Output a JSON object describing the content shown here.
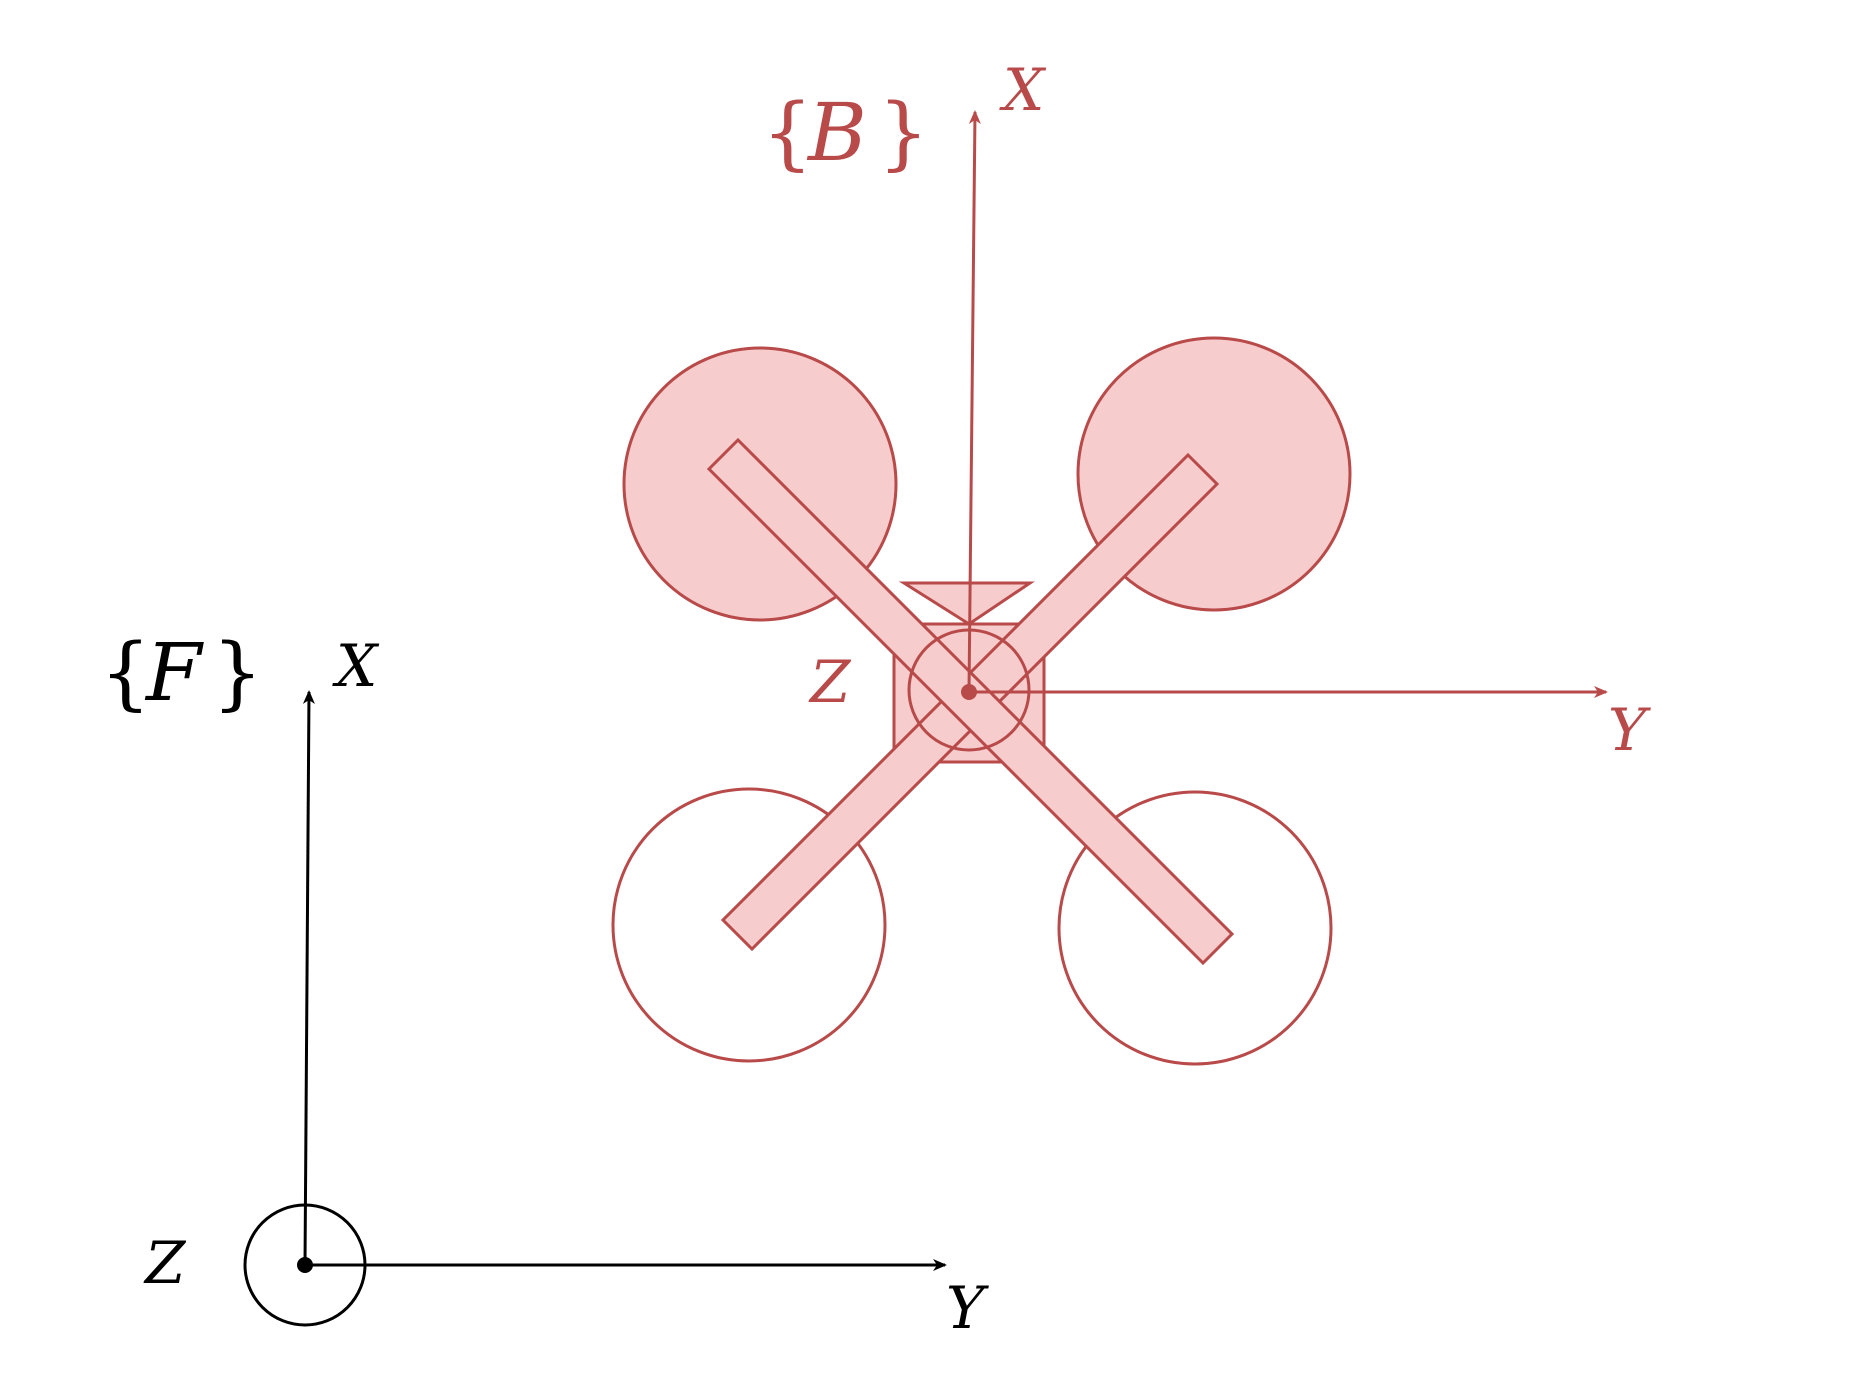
{
  "colors": {
    "body_frame": "#b94a4a",
    "body_fill": "#f7cccc",
    "fixed_frame": "#000000",
    "background": "#ffffff"
  },
  "body_frame": {
    "name_open": "{",
    "name": "B",
    "name_close": "}",
    "x_label": "X",
    "y_label": "Y",
    "z_label": "Z"
  },
  "fixed_frame": {
    "name_open": "{",
    "name": "F",
    "name_close": "}",
    "x_label": "X",
    "y_label": "Y",
    "z_label": "Z"
  },
  "rotors": {
    "front_left": "filled",
    "front_right": "filled",
    "rear_left": "outline",
    "rear_right": "outline"
  }
}
